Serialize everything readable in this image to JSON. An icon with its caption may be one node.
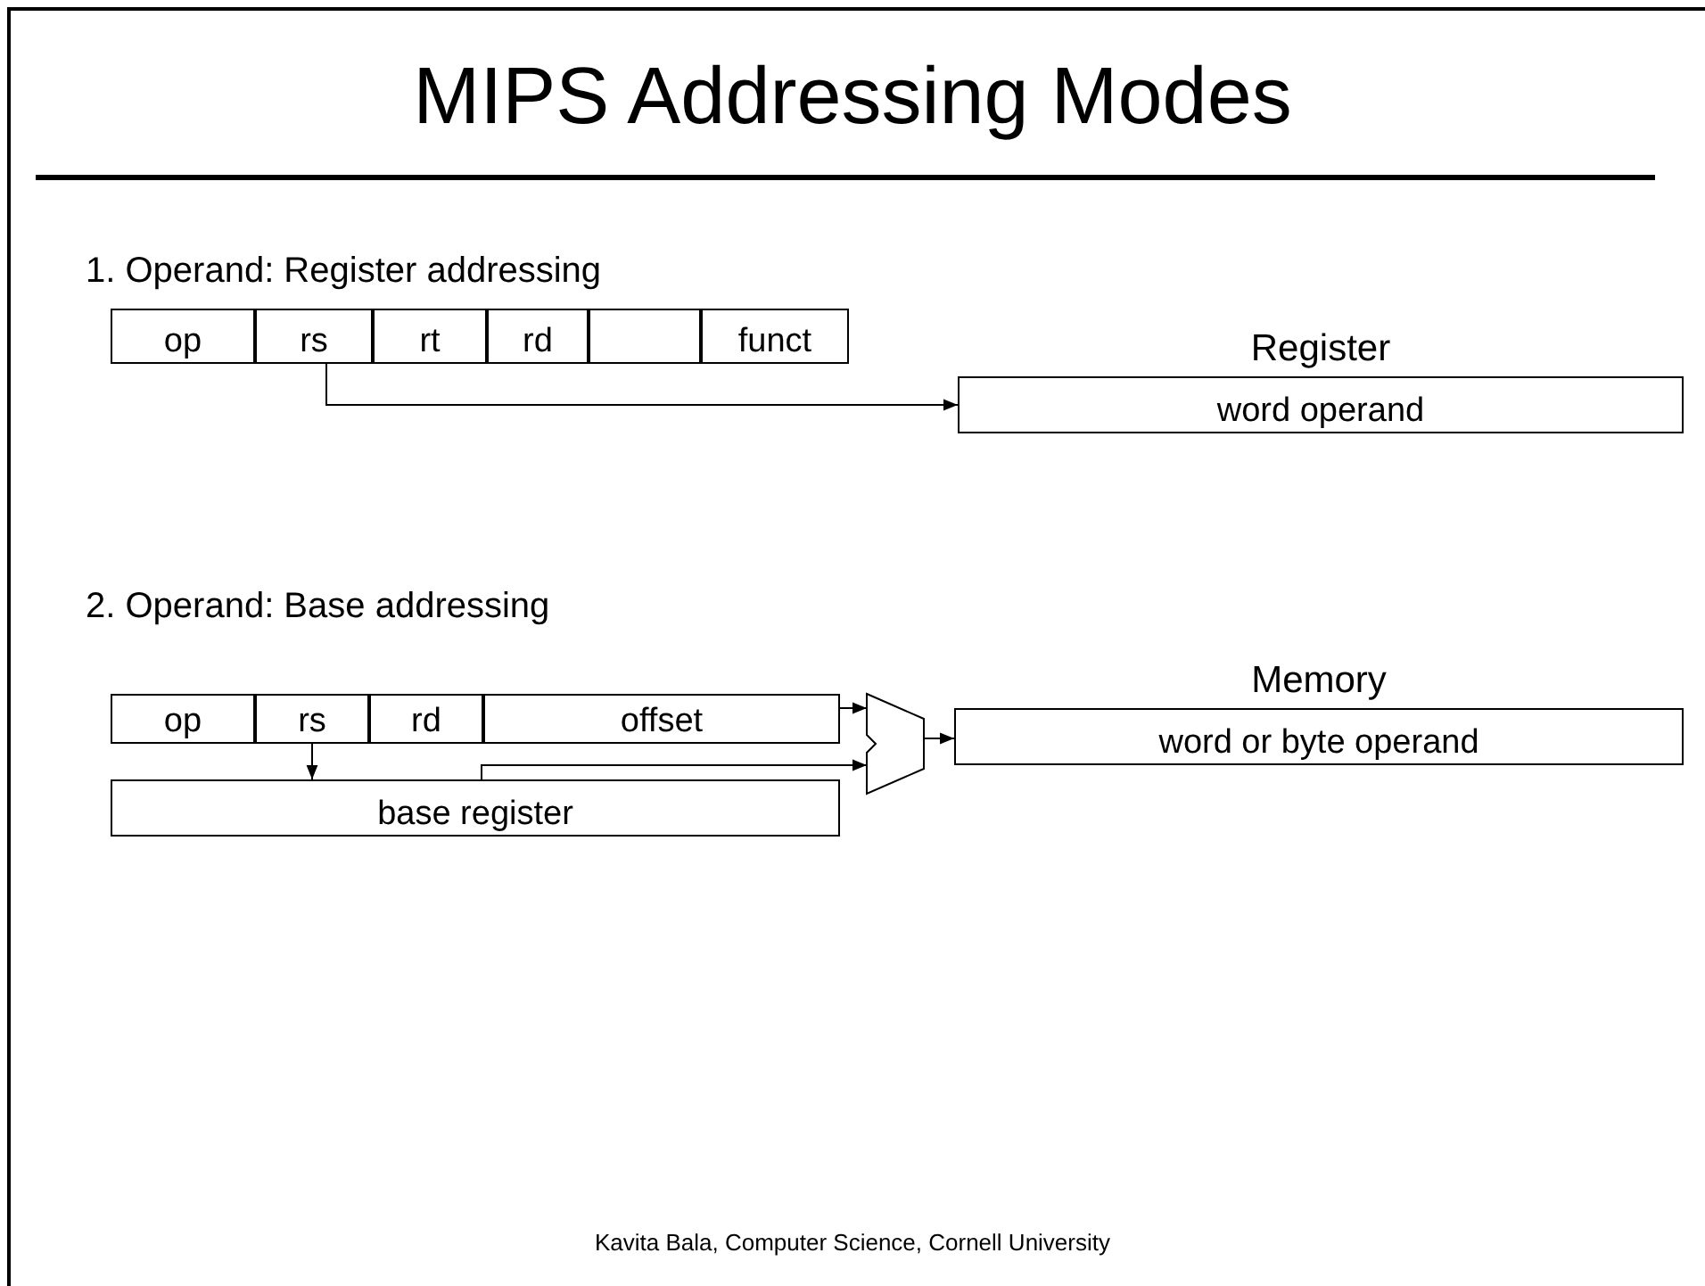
{
  "diagram": {
    "title": "MIPS Addressing Modes",
    "nodes": [
      {
        "text": [
          "op"
        ]
      },
      {
        "text": [
          "rs"
        ]
      },
      {
        "text": [
          "rt"
        ]
      },
      {
        "text": [
          "rd"
        ]
      },
      {
        "text": [],
        "shape": "box"
      },
      {
        "text": [
          "funct"
        ]
      },
      {
        "text": [
          "Register",
          "word operand"
        ]
      },
      {
        "text": [
          "op"
        ]
      },
      {
        "text": [
          "rs"
        ]
      },
      {
        "text": [
          "rd"
        ]
      },
      {
        "text": [
          "offset"
        ]
      },
      {
        "text": [
          "base register"
        ]
      },
      {
        "text": [],
        "shape": "adder"
      },
      {
        "text": [
          "Memory",
          "word or byte operand"
        ]
      }
    ],
    "edges": [
      {
        "from": 1,
        "to": 6,
        "arrow": "to"
      },
      {
        "from": 8,
        "to": 11,
        "arrow": "to"
      },
      {
        "from": 10,
        "to": 12,
        "arrow": "to"
      },
      {
        "from": 11,
        "to": 12,
        "arrow": "to"
      },
      {
        "from": 12,
        "to": 13,
        "arrow": "to"
      }
    ],
    "labels": [
      "1. Operand: Register addressing",
      "2. Operand: Base addressing"
    ],
    "caption": "Kavita Bala, Computer Science, Cornell University"
  }
}
